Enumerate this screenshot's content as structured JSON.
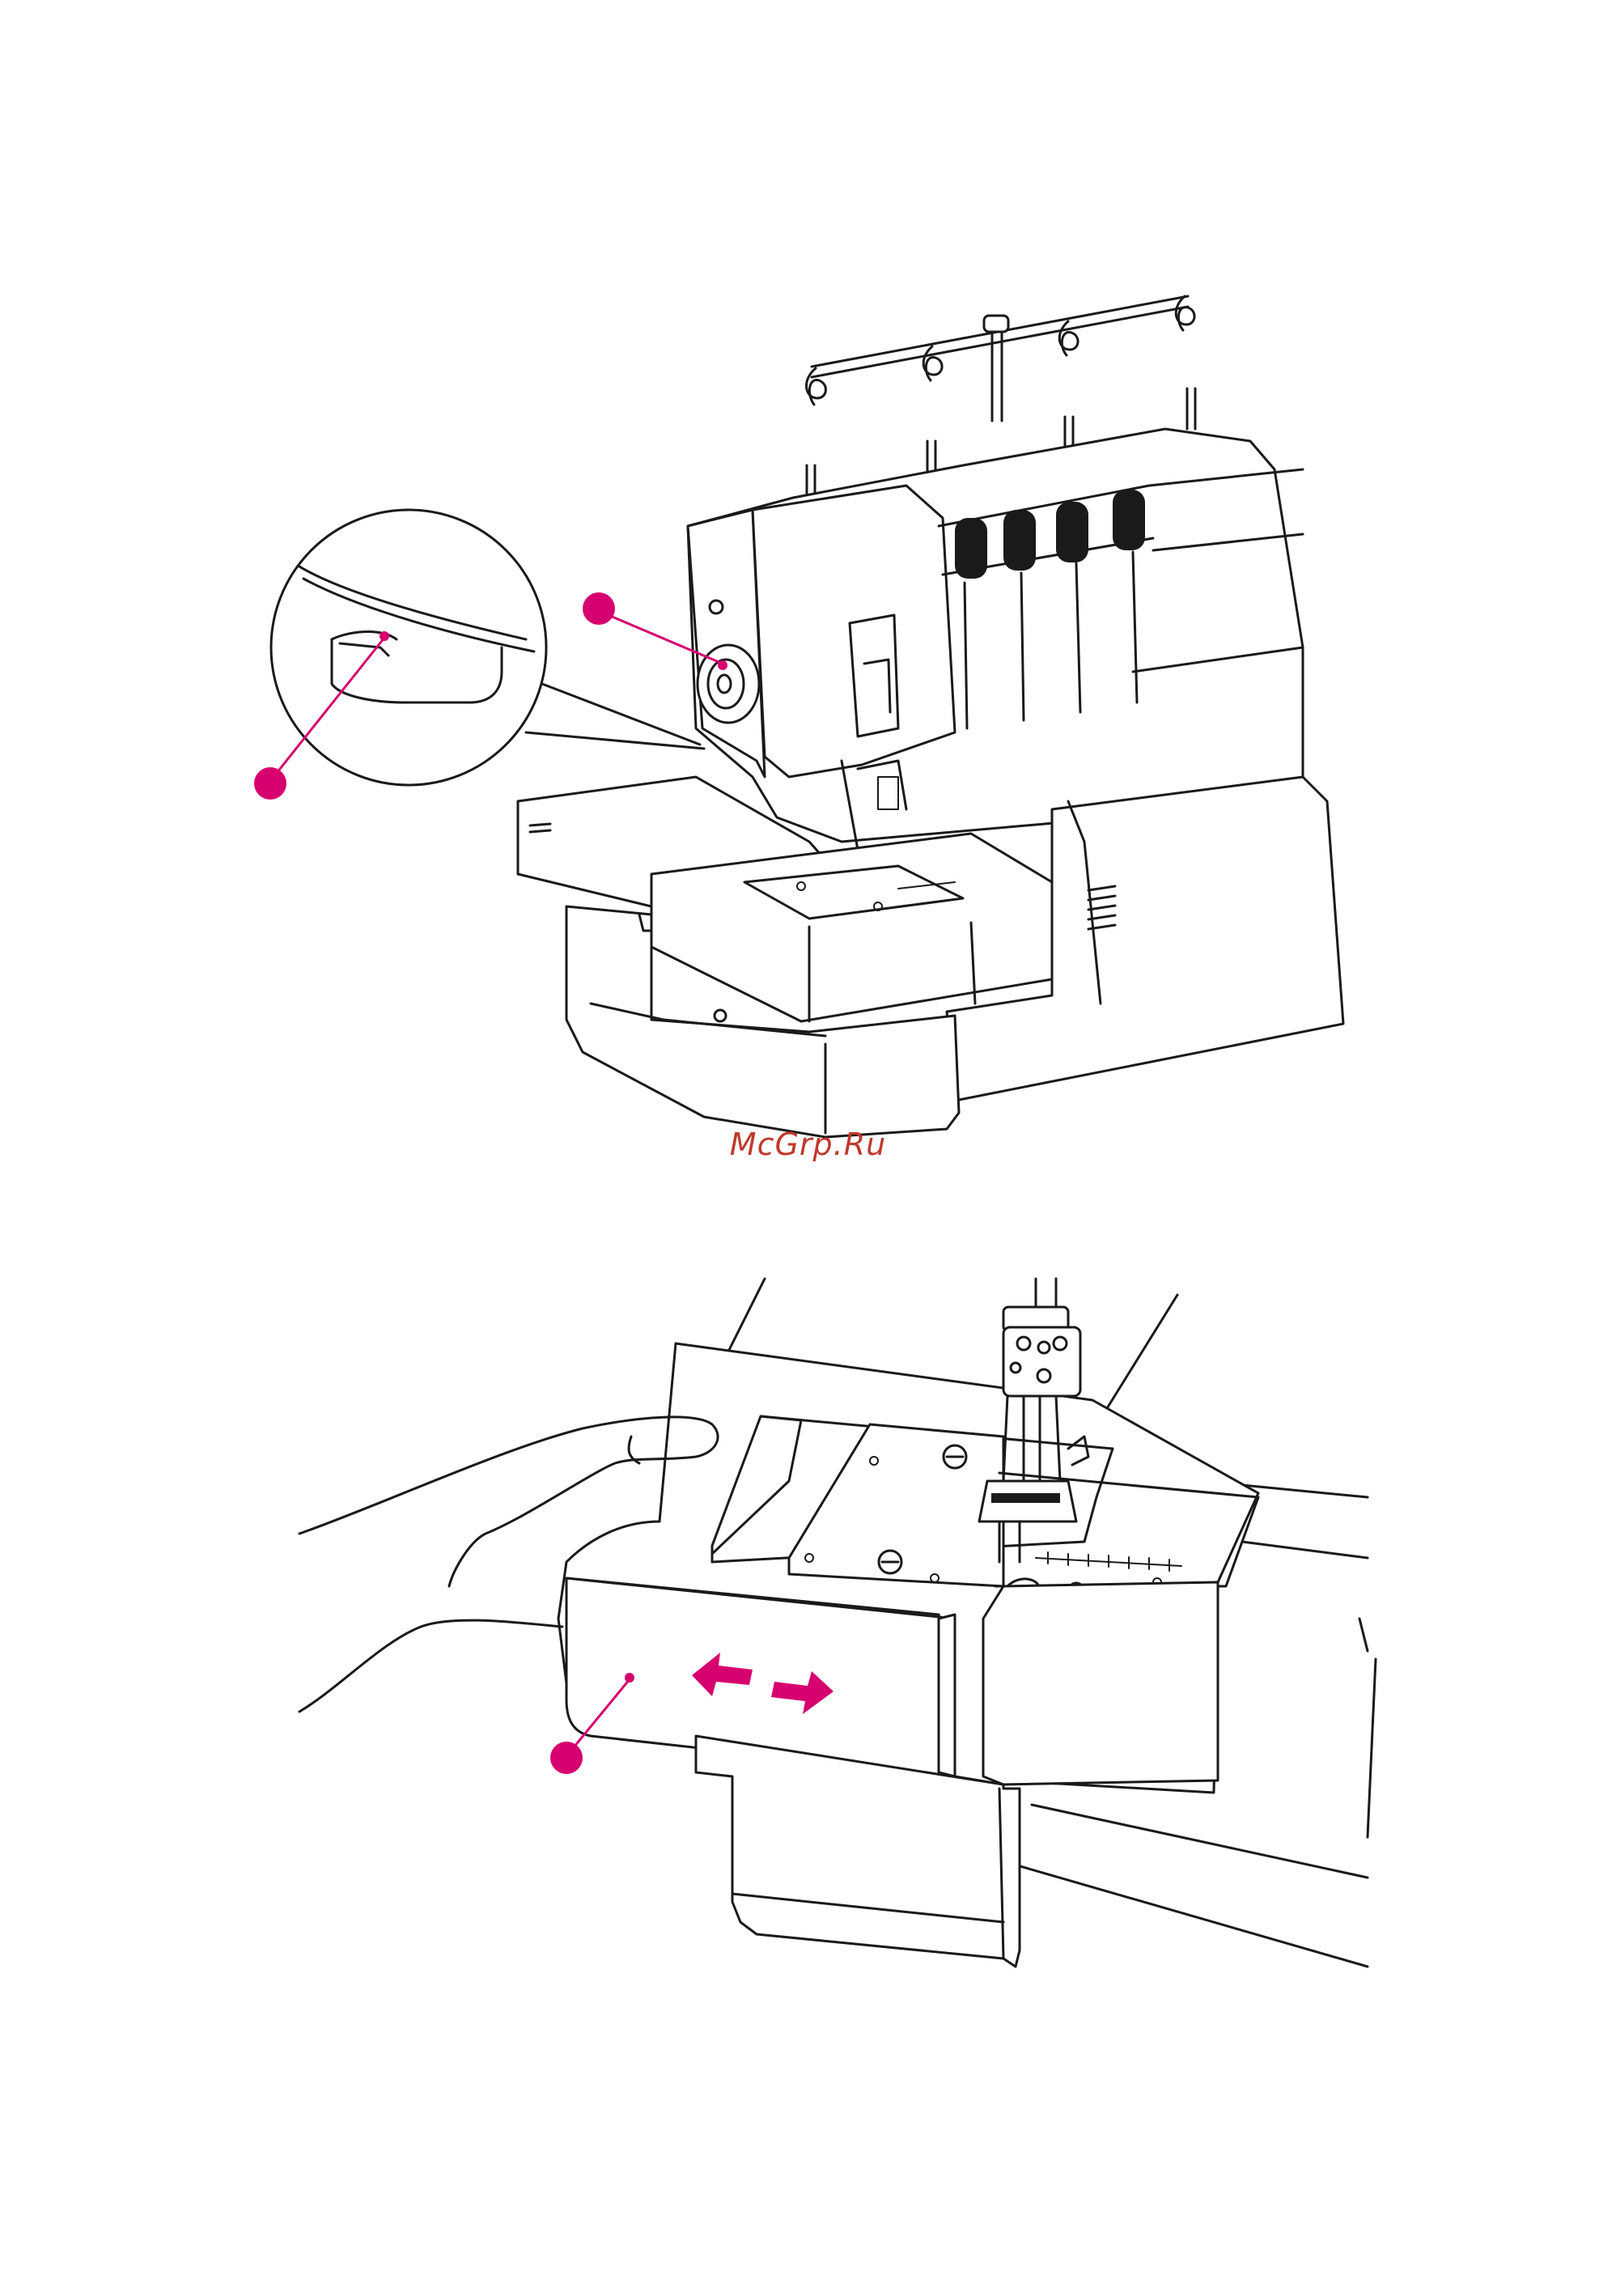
{
  "watermark": {
    "text": "McGrp.Ru",
    "color": "#c0392b"
  },
  "accent_color": "#d6006f",
  "figures": [
    {
      "name": "overlocker-machine-illustration",
      "callouts": 2
    },
    {
      "name": "free-arm-cover-illustration",
      "callouts": 1,
      "arrow": "left-right"
    }
  ]
}
